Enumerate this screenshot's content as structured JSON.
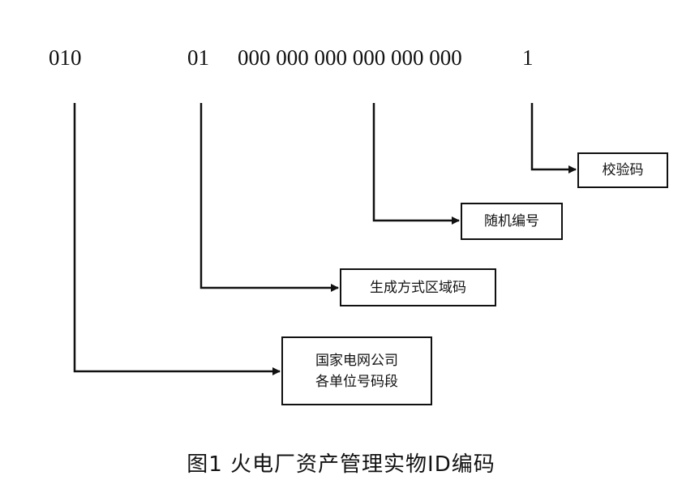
{
  "codes": {
    "prefix": "010",
    "region": "01",
    "serial": "000 000 000 000 000 000",
    "check": "1"
  },
  "labels": {
    "check": "校验码",
    "serial": "随机编号",
    "region": "生成方式区域码",
    "unit_line1": "国家电网公司",
    "unit_line2": "各单位号码段"
  },
  "caption": "图1  火电厂资产管理实物ID编码",
  "colors": {
    "line": "#111111",
    "background": "#ffffff"
  }
}
